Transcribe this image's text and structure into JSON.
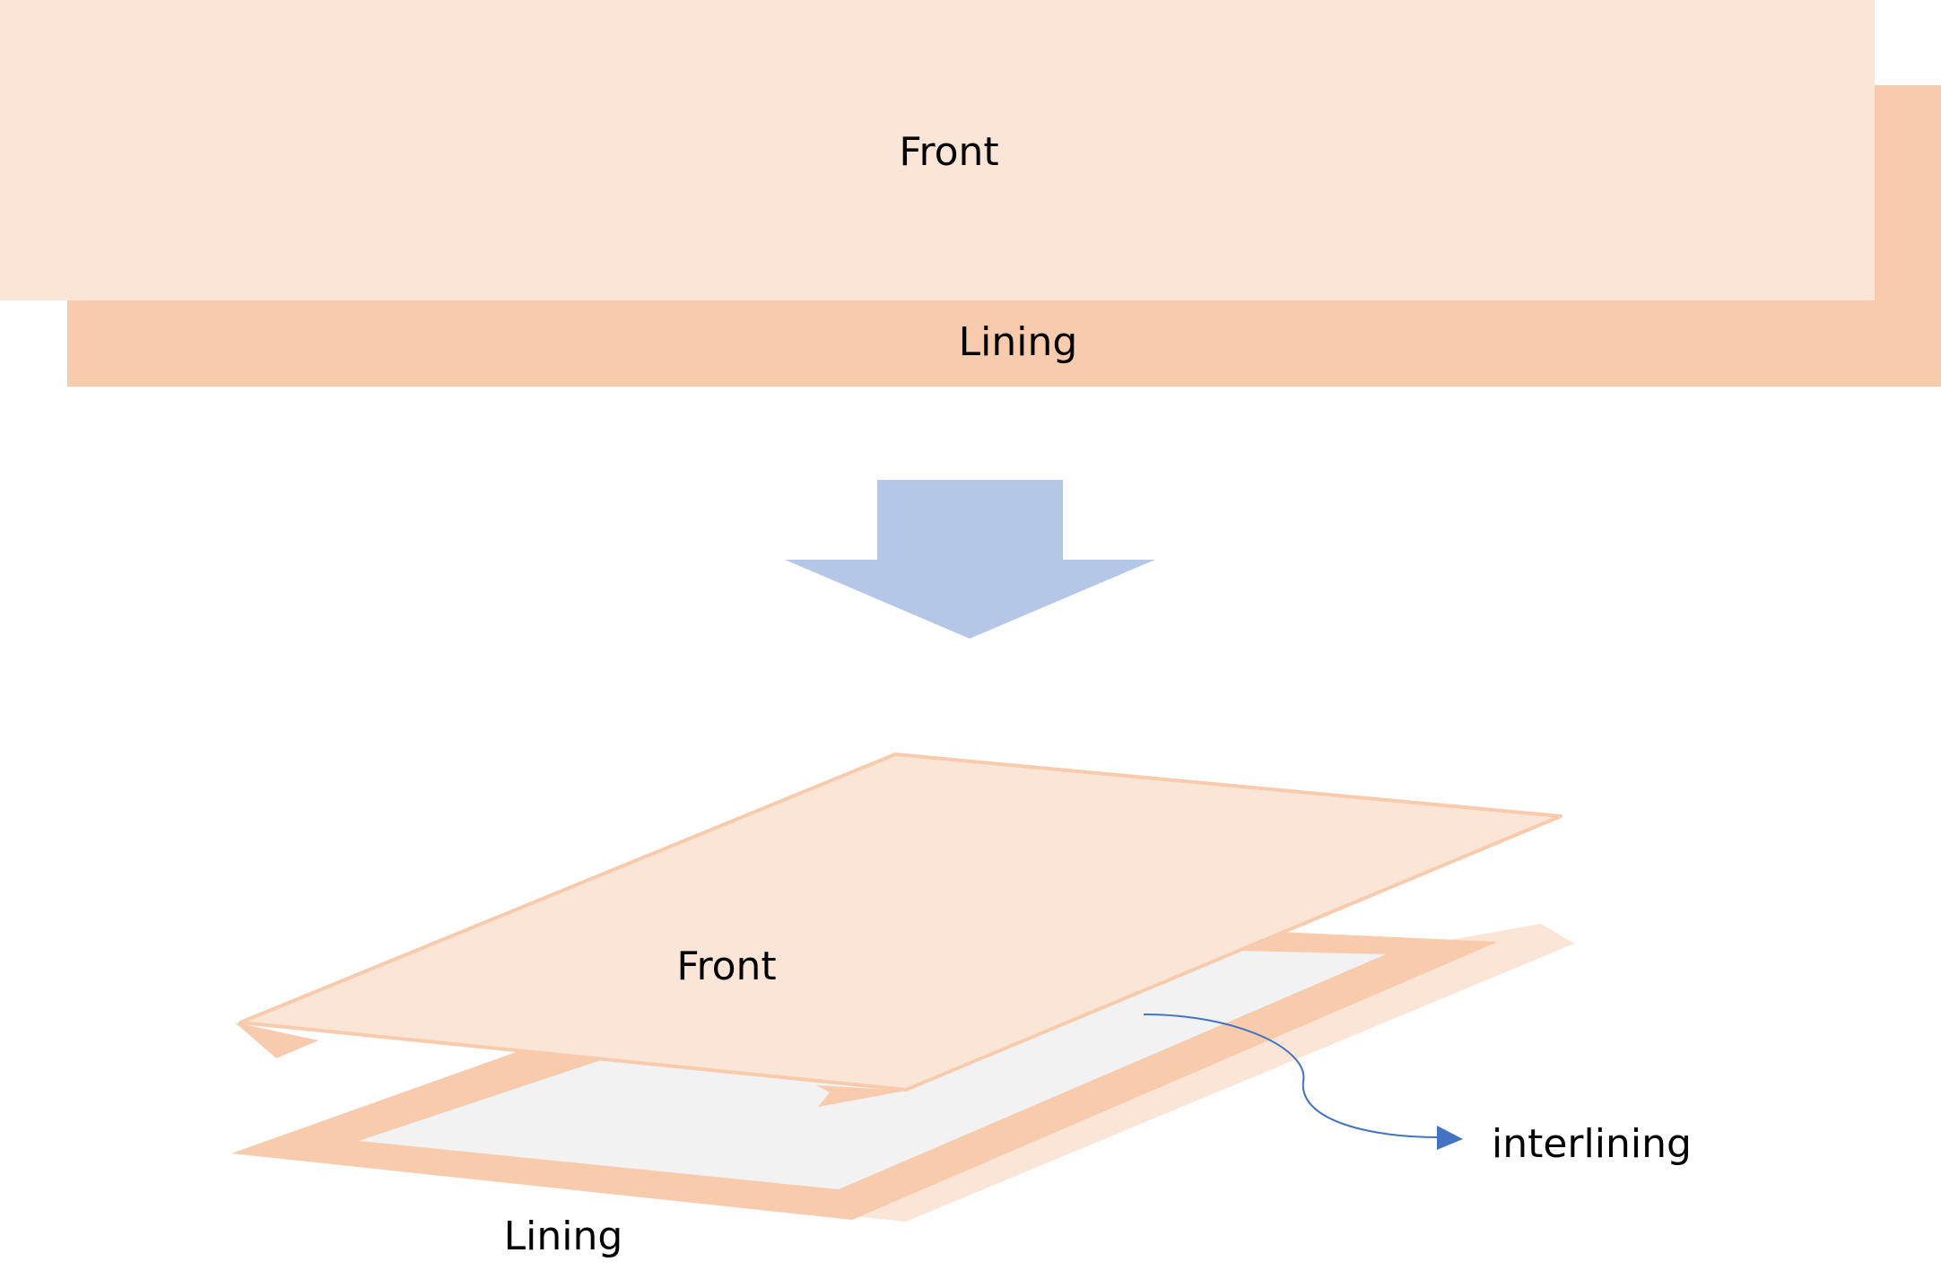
{
  "flat_view": {
    "front_label": "Front",
    "lining_label": "Lining"
  },
  "layered_view": {
    "front_label": "Front",
    "lining_label": "Lining",
    "interlining_label": "interlining"
  },
  "colors": {
    "front_fill": "#fbe5d6",
    "lining_fill": "#f8cbad",
    "lining_light": "#fbe5d6",
    "interlining_fill": "#f2f2f2",
    "transition_arrow": "#b4c7e7",
    "callout_arrow": "#4472c4"
  }
}
